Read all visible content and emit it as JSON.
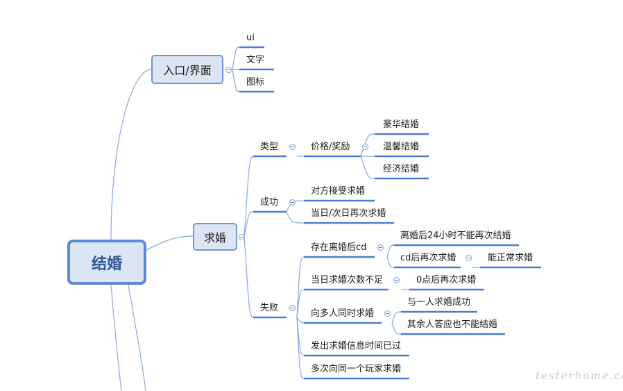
{
  "root": "结婚",
  "branches": {
    "entry": {
      "label": "入口/界面",
      "children": [
        "ui",
        "文字",
        "图标"
      ]
    },
    "propose": {
      "label": "求婚",
      "type": {
        "label": "类型",
        "price": {
          "label": "价格/奖励",
          "children": [
            "豪华结婚",
            "温馨结婚",
            "经济结婚"
          ]
        }
      },
      "success": {
        "label": "成功",
        "children": [
          "对方接受求婚",
          "当日/次日再次求婚"
        ]
      },
      "failure": {
        "label": "失败",
        "divorce_cd": {
          "label": "存在离婚后cd",
          "children": [
            "离婚后24小时不能再次结婚",
            "cd后再次求婚"
          ],
          "after_cd": "能正常求婚"
        },
        "daily_limit": {
          "label": "当日求婚次数不足",
          "child": "0点后再次求婚"
        },
        "multi": {
          "label": "向多人同时求婚",
          "children": [
            "与一人求婚成功",
            "其余人答应也不能结婚"
          ]
        },
        "timeout": "发出求婚信息时间已过",
        "repeat": "多次向同一个玩家求婚"
      }
    }
  },
  "colors": {
    "line": "#4a7fd0",
    "connector": "#86a9dc",
    "node_fill": "#dbe5f3"
  },
  "watermark": "testerhome.com"
}
